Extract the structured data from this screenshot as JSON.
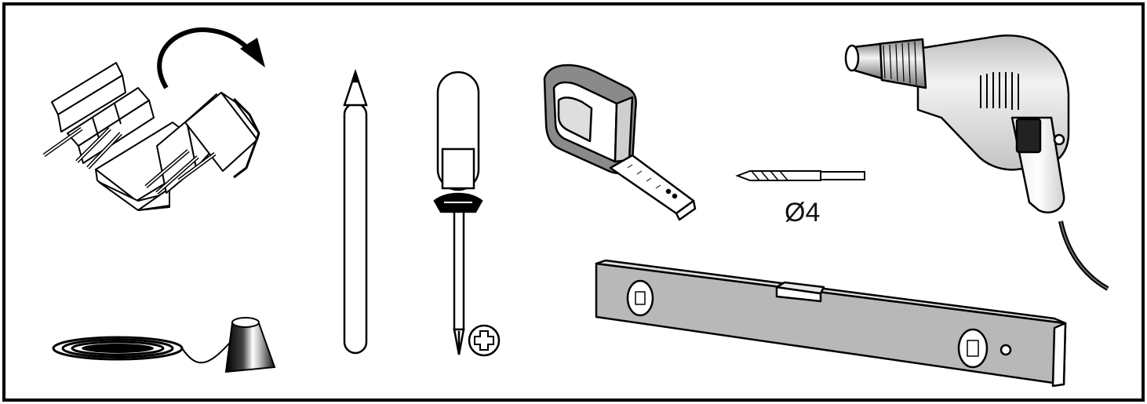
{
  "figure": {
    "tools": [
      {
        "id": "toolbox",
        "icon": "cantilever-toolbox-icon"
      },
      {
        "id": "rotation-arrow",
        "icon": "curved-arrow-icon"
      },
      {
        "id": "pencil",
        "icon": "pencil-icon"
      },
      {
        "id": "screwdriver",
        "icon": "phillips-screwdriver-icon"
      },
      {
        "id": "phillips-symbol",
        "icon": "phillips-head-symbol-icon"
      },
      {
        "id": "tape-measure",
        "icon": "tape-measure-icon"
      },
      {
        "id": "drill-bit",
        "icon": "drill-bit-icon"
      },
      {
        "id": "drill",
        "icon": "electric-drill-icon"
      },
      {
        "id": "plumb-line",
        "icon": "plumb-line-icon"
      },
      {
        "id": "spirit-level",
        "icon": "spirit-level-icon"
      }
    ],
    "drill_bit_label": "Ø4"
  },
  "colors": {
    "outline": "#000000",
    "metal_light": "#dcdcdc",
    "metal_mid": "#b4b4b4",
    "metal_dark": "#7a7a7a",
    "body_grey": "#d9d9d9",
    "shadow": "#3a3a3a",
    "white": "#ffffff"
  }
}
